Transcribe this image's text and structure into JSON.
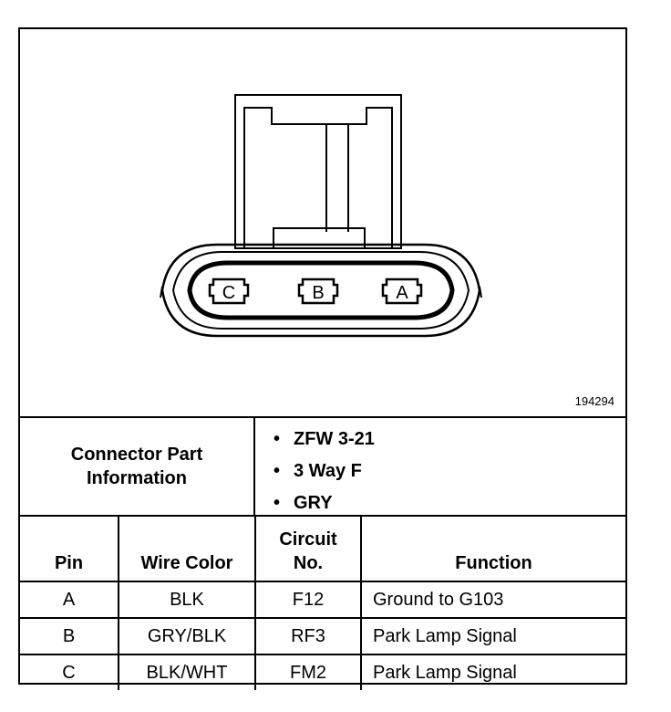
{
  "figure": {
    "id": "194294",
    "cavities": [
      "C",
      "B",
      "A"
    ]
  },
  "connector_info": {
    "label_line1": "Connector Part",
    "label_line2": "Information",
    "items": [
      "ZFW 3-21",
      "3 Way F",
      "GRY"
    ]
  },
  "pin_table": {
    "headers": {
      "pin": "Pin",
      "wire_color": "Wire Color",
      "circuit_line1": "Circuit",
      "circuit_line2": "No.",
      "function": "Function"
    },
    "rows": [
      {
        "pin": "A",
        "wire_color": "BLK",
        "circuit": "F12",
        "function": "Ground to G103"
      },
      {
        "pin": "B",
        "wire_color": "GRY/BLK",
        "circuit": "RF3",
        "function": "Park Lamp Signal"
      },
      {
        "pin": "C",
        "wire_color": "BLK/WHT",
        "circuit": "FM2",
        "function": "Park Lamp Signal"
      }
    ]
  }
}
